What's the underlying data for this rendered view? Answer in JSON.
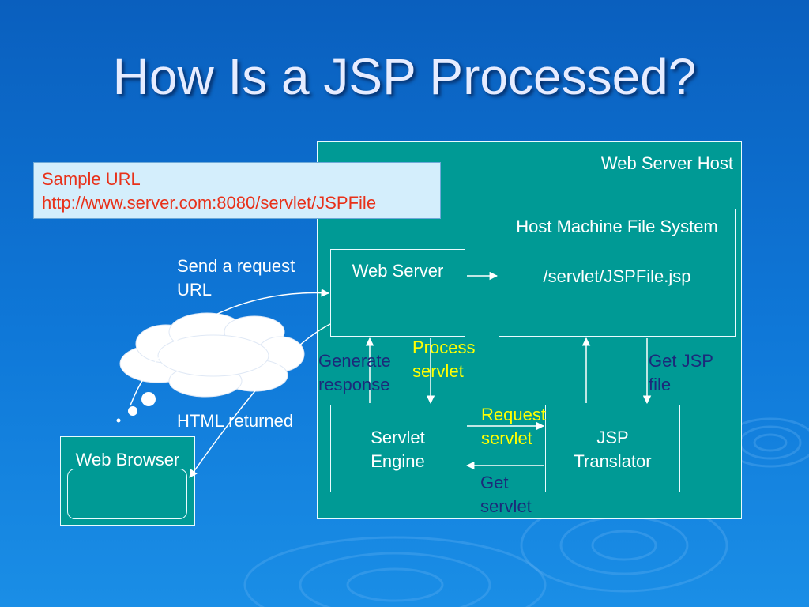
{
  "slide": {
    "title": "How Is a JSP Processed?"
  },
  "sample_url": {
    "label": "Sample URL",
    "url": "http://www.server.com:8080/servlet/JSPFile"
  },
  "nodes": {
    "web_server_host": "Web Server Host",
    "host_file_system": "Host Machine File System",
    "file_path": "/servlet/JSPFile.jsp",
    "web_server": "Web Server",
    "servlet_engine_line1": "Servlet",
    "servlet_engine_line2": "Engine",
    "jsp_translator_line1": "JSP",
    "jsp_translator_line2": "Translator",
    "web_browser": "Web Browser"
  },
  "edge_labels": {
    "send_request_line1": "Send a request",
    "send_request_line2": "URL",
    "html_returned": "HTML returned",
    "generate_response_line1": "Generate",
    "generate_response_line2": "response",
    "process_servlet_line1": "Process",
    "process_servlet_line2": "servlet",
    "get_jsp_file_line1": "Get  JSP",
    "get_jsp_file_line2": "file",
    "request_servlet_line1": "Request",
    "request_servlet_line2": "servlet",
    "get_servlet_line1": "Get",
    "get_servlet_line2": "servlet"
  },
  "colors": {
    "background": "#0f78d8",
    "box_fill": "#009a95",
    "sample_box": "#d4eefc",
    "url_text": "#e8311a",
    "title_text": "#e6ecff",
    "navy_label": "#1b2a7a",
    "yellow_label": "#ffff00"
  }
}
